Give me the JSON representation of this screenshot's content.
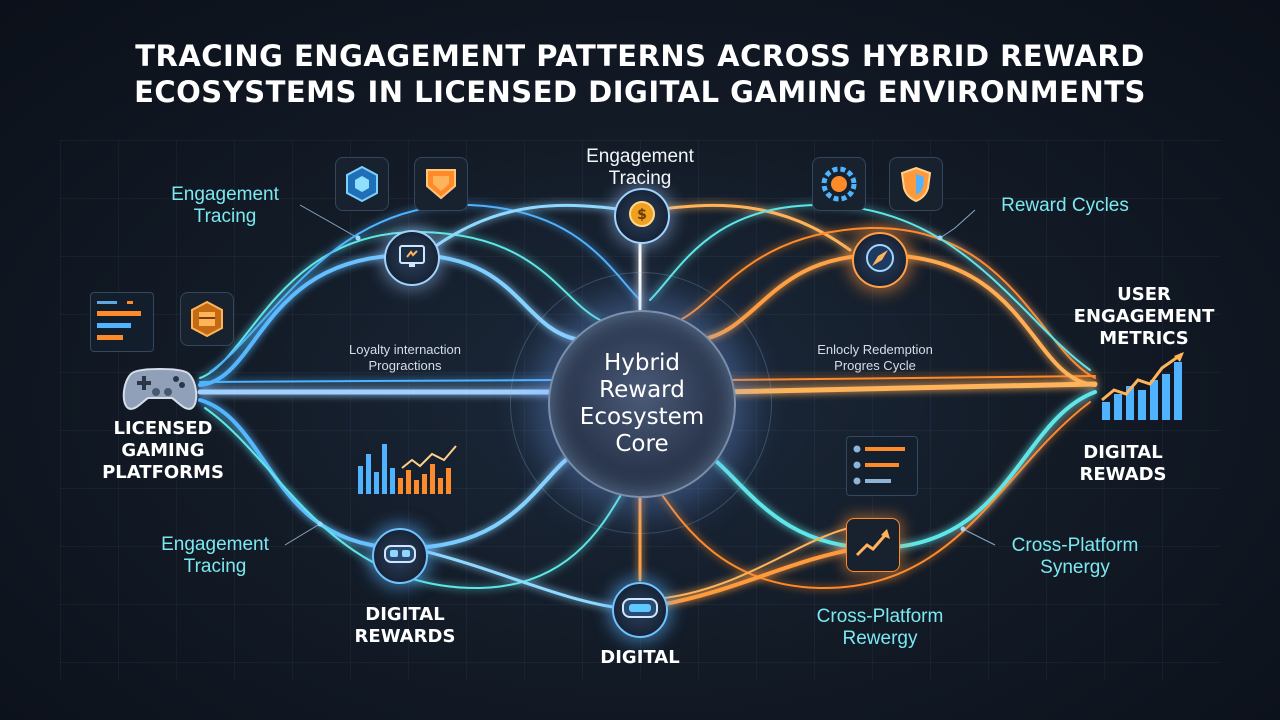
{
  "title": {
    "line1": "TRACING ENGAGEMENT PATTERNS ACROSS HYBRID REWARD",
    "line2": "ECOSYSTEMS IN LICENSED DIGITAL GAMING ENVIRONMENTS"
  },
  "core": {
    "line1": "Hybrid",
    "line2": "Reward",
    "line3": "Ecosystem",
    "line4": "Core"
  },
  "labels": {
    "engagement_top_left": {
      "line1": "Engagement",
      "line2": "Tracing"
    },
    "engagement_top_center": {
      "line1": "Engagement",
      "line2": "Tracing"
    },
    "reward_cycles": "Reward Cycles",
    "user_engagement": {
      "line1": "USER",
      "line2": "ENGAGEMENT",
      "line3": "METRICS"
    },
    "licensed": {
      "line1": "LICENSED",
      "line2": "GAMING",
      "line3": "PLATFORMS"
    },
    "loyalty": {
      "line1": "Loyalty internaction",
      "line2": "Progractions"
    },
    "redemption": {
      "line1": "Enlocly Redemption",
      "line2": "Progres Cycle"
    },
    "digital_rewads": {
      "line1": "DIGITAL",
      "line2": "REWADS"
    },
    "engagement_bottom_left": {
      "line1": "Engagement",
      "line2": "Tracing"
    },
    "digital_rewards_bottom": {
      "line1": "DIGITAL",
      "line2": "REWARDS"
    },
    "digital_bottom_center": "DIGITAL",
    "cross_platform_rewergy": {
      "line1": "Cross-Platform",
      "line2": "Rewergy"
    },
    "cross_platform_synergy": {
      "line1": "Cross-Platform",
      "line2": "Synergy"
    }
  },
  "icons": {
    "tile_hex_shield": "hexagon-shield-icon",
    "tile_orange_chevron": "orange-chevron-icon",
    "tile_gear": "gear-icon",
    "tile_shield": "shield-icon",
    "tile_treasure": "treasure-chest-icon",
    "node_monitor": "monitor-icon",
    "node_coin": "coin-icon",
    "node_compass": "compass-icon",
    "node_vr_left": "vr-headset-icon",
    "node_vr_center": "vr-headset-icon",
    "node_trend": "trend-arrow-icon",
    "controller": "game-controller-icon"
  },
  "colors": {
    "blue_flow": "#4fb3ff",
    "cyan_flow": "#5fe6e6",
    "orange_flow": "#ff8a2a",
    "label_cyan": "#7be8f0",
    "background": "#131b27"
  }
}
